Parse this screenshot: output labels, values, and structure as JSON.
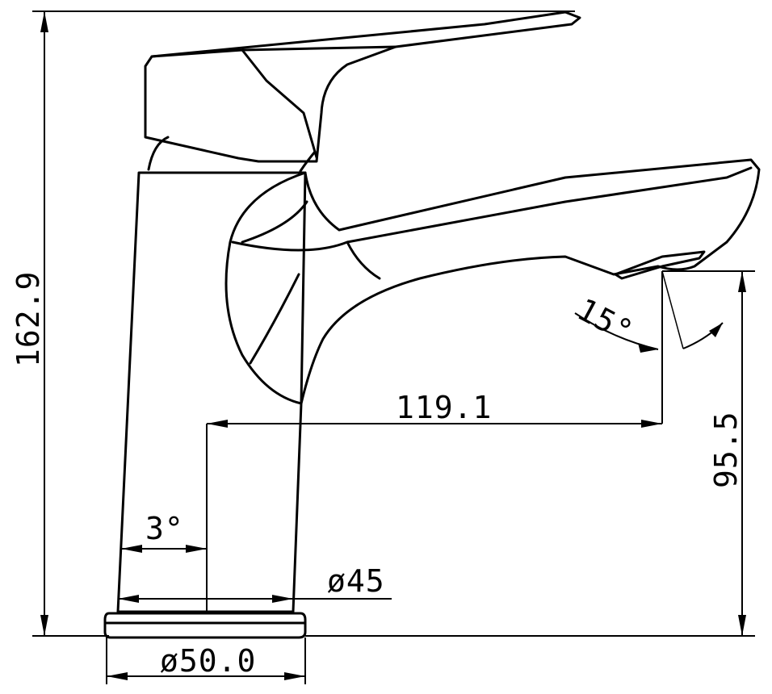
{
  "dimensions": {
    "total_height": "162.9",
    "spout_height": "95.5",
    "spout_reach": "119.1",
    "spout_angle": "15°",
    "body_taper_angle": "3°",
    "body_diameter": "ø45",
    "base_diameter": "ø50.0"
  }
}
